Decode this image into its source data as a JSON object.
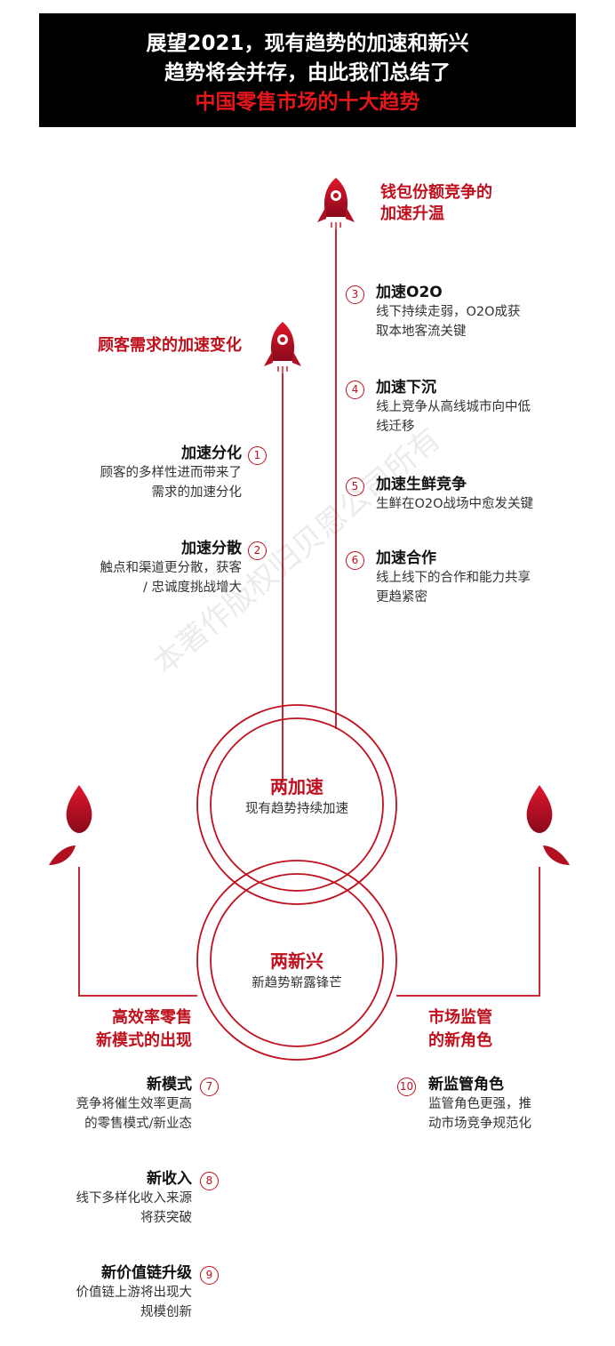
{
  "header": {
    "line1": "展望2021，现有趋势的加速和新兴",
    "line2": "趋势将会并存，由此我们总结了",
    "line3": "中国零售市场的十大趋势"
  },
  "colors": {
    "accent": "#c0101d",
    "header_bg": "#000000"
  },
  "rockets": {
    "right": {
      "title_l1": "钱包份额竞争的",
      "title_l2": "加速升温"
    },
    "left": {
      "title": "顾客需求的加速变化"
    }
  },
  "left_items": [
    {
      "num": "1",
      "title": "加速分化",
      "desc_l1": "顾客的多样性进而带来了",
      "desc_l2": "需求的加速分化"
    },
    {
      "num": "2",
      "title": "加速分散",
      "desc_l1": "触点和渠道更分散，获客",
      "desc_l2": "/ 忠诚度挑战增大"
    }
  ],
  "right_items": [
    {
      "num": "3",
      "title": "加速O2O",
      "desc_l1": "线下持续走弱，O2O成获",
      "desc_l2": "取本地客流关键"
    },
    {
      "num": "4",
      "title": "加速下沉",
      "desc_l1": "线上竞争从高线城市向中低",
      "desc_l2": "线迁移"
    },
    {
      "num": "5",
      "title": "加速生鲜竞争",
      "desc_l1": "生鲜在O2O战场中愈发关键",
      "desc_l2": ""
    },
    {
      "num": "6",
      "title": "加速合作",
      "desc_l1": "线上线下的合作和能力共享",
      "desc_l2": "更趋紧密"
    }
  ],
  "circles": {
    "top": {
      "title": "两加速",
      "sub": "现有趋势持续加速"
    },
    "bottom": {
      "title": "两新兴",
      "sub": "新趋势崭露锋芒"
    }
  },
  "bottom_left": {
    "title_l1": "高效率零售",
    "title_l2": "新模式的出现",
    "items": [
      {
        "num": "7",
        "title": "新模式",
        "desc_l1": "竞争将催生效率更高",
        "desc_l2": "的零售模式/新业态"
      },
      {
        "num": "8",
        "title": "新收入",
        "desc_l1": "线下多样化收入来源",
        "desc_l2": "将获突破"
      },
      {
        "num": "9",
        "title": "新价值链升级",
        "desc_l1": "价值链上游将出现大",
        "desc_l2": "规模创新"
      }
    ]
  },
  "bottom_right": {
    "title_l1": "市场监管",
    "title_l2": "的新角色",
    "items": [
      {
        "num": "10",
        "title": "新监管角色",
        "desc_l1": "监管角色更强，推",
        "desc_l2": "动市场竞争规范化"
      }
    ]
  },
  "watermark": "本著作版权归贝恩公司所有",
  "icons": [
    "rocket-icon",
    "rocket-icon",
    "flame-leaf-icon",
    "flame-leaf-icon"
  ]
}
